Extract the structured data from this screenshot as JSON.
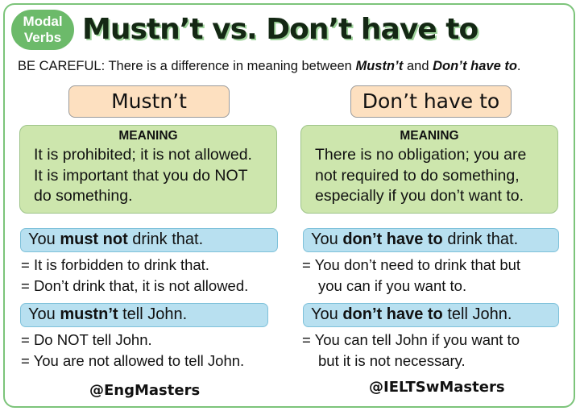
{
  "badge": {
    "line1": "Modal",
    "line2": "Verbs"
  },
  "title": "Mustn’t vs. Don’t have to",
  "careful": {
    "prefix": "BE CAREFUL: There is a difference in meaning between ",
    "term1": "Mustn’t",
    "middle": " and ",
    "term2": "Don’t have to",
    "suffix": "."
  },
  "left": {
    "heading": "Mustn’t",
    "meaning_label": "MEANING",
    "meaning_lines": [
      "It is prohibited; it is not allowed.",
      "It is important that you do NOT",
      "do something."
    ],
    "example1": {
      "pre": "You ",
      "bold": "must not",
      "post": " drink that."
    },
    "explanation1": [
      "= It is forbidden to drink that.",
      "= Don’t drink that, it is not allowed."
    ],
    "example2": {
      "pre": "You ",
      "bold": "mustn’t",
      "post": " tell John."
    },
    "explanation2": [
      "= Do NOT tell John.",
      "= You are not allowed to tell John."
    ]
  },
  "right": {
    "heading": "Don’t have to",
    "meaning_label": "MEANING",
    "meaning_lines": [
      "There is no obligation; you are",
      "not required to do something,",
      "especially if you don’t want to."
    ],
    "example1": {
      "pre": "You ",
      "bold": "don’t have to",
      "post": " drink that."
    },
    "explanation1": [
      "= You don’t need to drink that but",
      "you can if you want to."
    ],
    "example2": {
      "pre": "You ",
      "bold": "don’t have to",
      "post": " tell John."
    },
    "explanation2": [
      "= You can tell John if you want to",
      "but it is not necessary."
    ]
  },
  "footer": {
    "handle_left": "@EngMasters",
    "handle_right": "@IELTSwMasters"
  },
  "colors": {
    "border": "#7cc47a",
    "badge": "#6cba6a",
    "heading_bg": "#fde0c0",
    "meaning_bg": "#cde6ad",
    "example_bg": "#b8e0f0"
  }
}
